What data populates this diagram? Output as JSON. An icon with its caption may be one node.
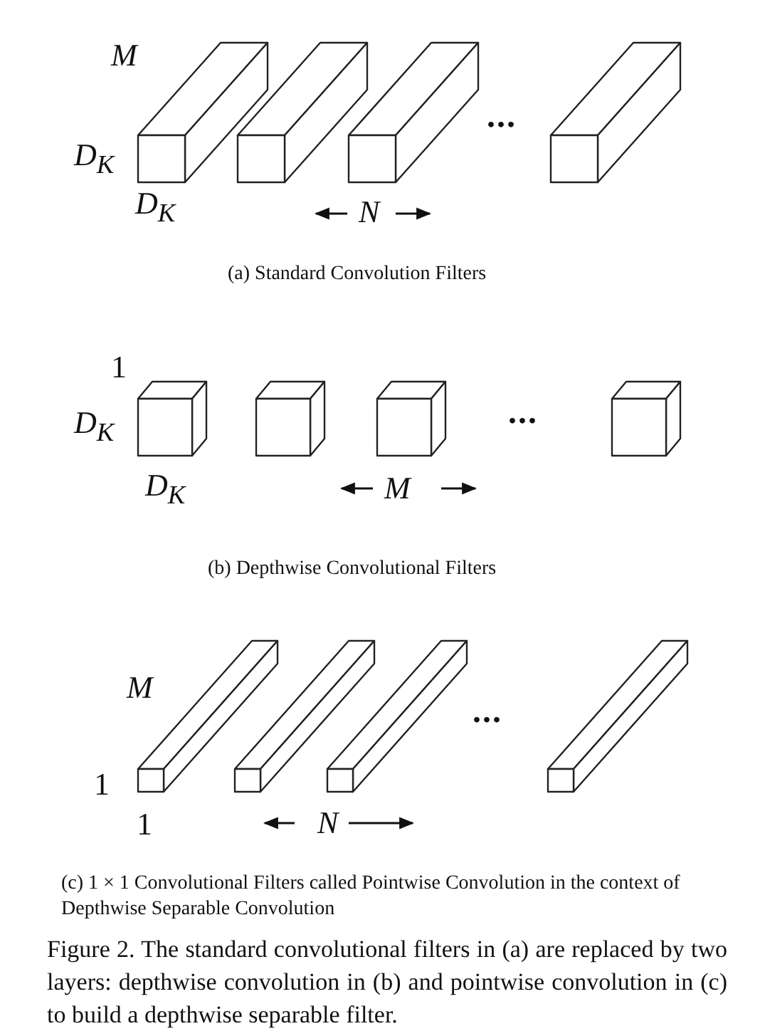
{
  "diagram": {
    "caption": "Figure 2. The standard convolutional filters in (a) are replaced by two layers: depthwise convolution in (b) and pointwise convolution in (c) to build a depthwise separable filter.",
    "labels": [
      "M",
      "D$_{K}$",
      "D$_{K}$",
      "...",
      "N",
      "(a) Standard Convolution Filters",
      "1",
      "D$_{K}$",
      "...",
      "D$_{K}$",
      "M",
      "(b) Depthwise Convolutional Filters",
      "M",
      "...",
      "1",
      "1",
      "N",
      "(c) 1 × 1 Convolutional Filters called Pointwise Convolution in the context of Depthwise Separable Convolution"
    ]
  }
}
